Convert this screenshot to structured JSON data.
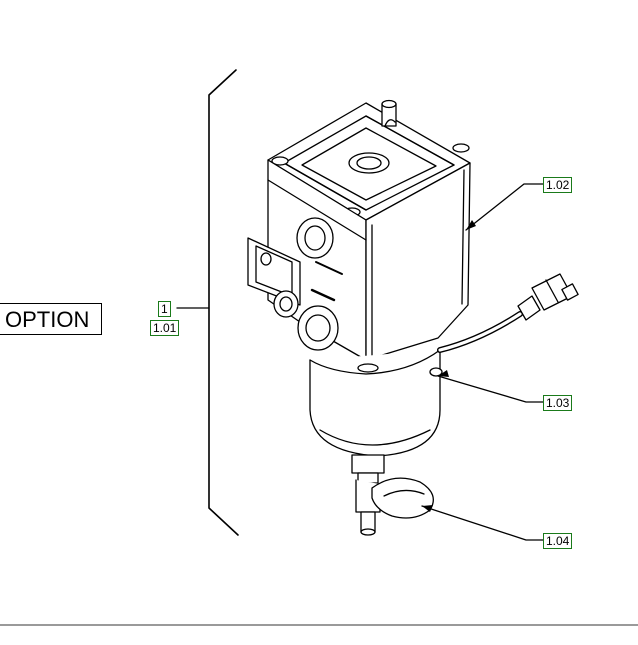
{
  "option_label": "OPTION",
  "callouts": {
    "assembly": "1",
    "c101": "1.01",
    "c102": "1.02",
    "c103": "1.03",
    "c104": "1.04"
  },
  "colors": {
    "line": "#000000",
    "tag_border": "#1a7a1a",
    "rule": "#9a9a9a"
  }
}
